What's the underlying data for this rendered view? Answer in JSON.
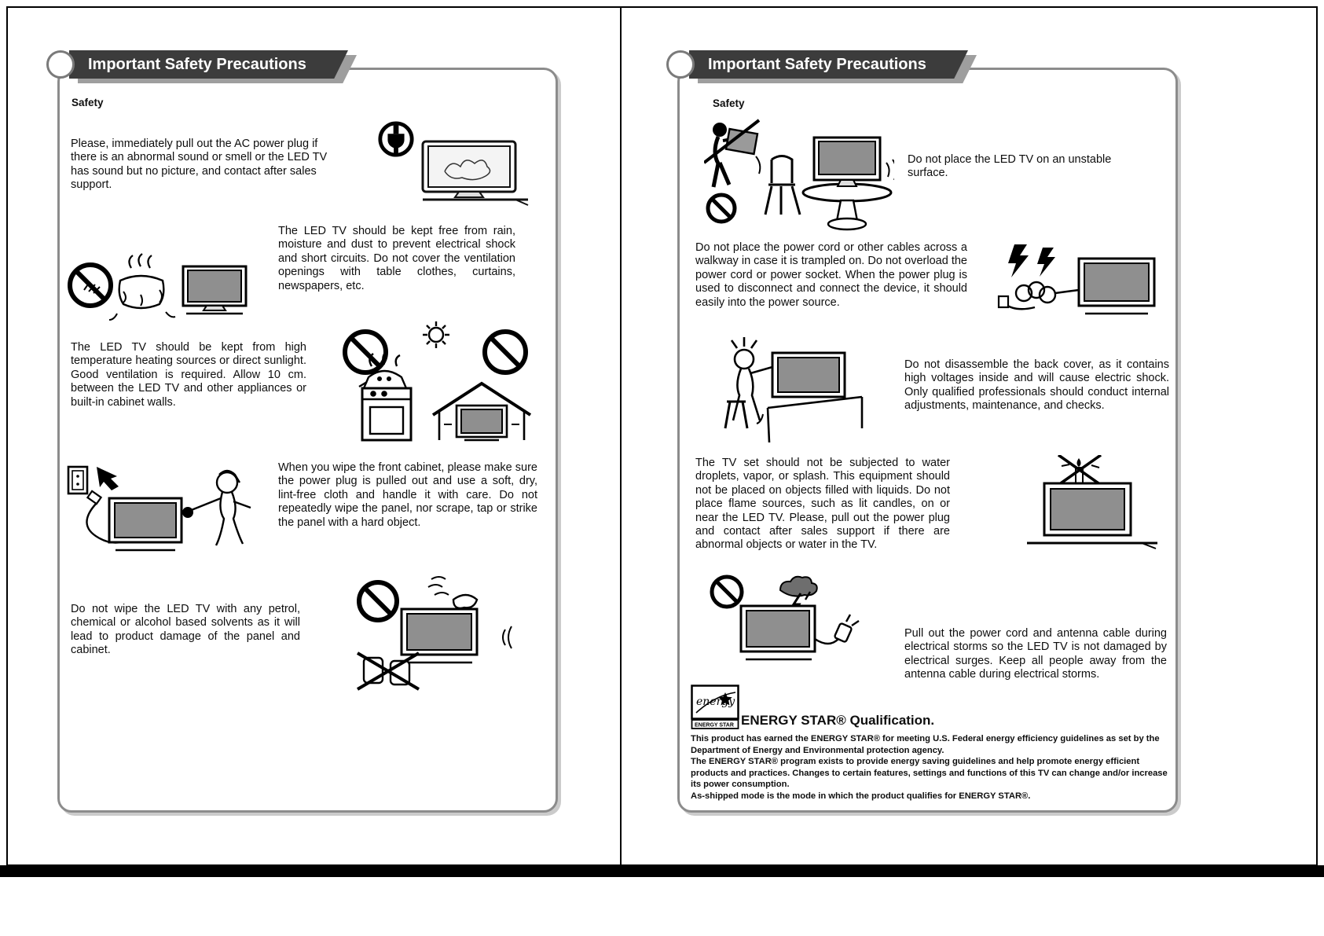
{
  "left_page": {
    "title": "Important Safety Precautions",
    "safety_label": "Safety",
    "items": {
      "ac_plug": "Please, immediately pull out the AC power plug if there is an abnormal sound or smell or the LED TV has sound but no picture, and contact after sales support.",
      "rain_moisture": "The LED TV should be kept free from rain, moisture and dust to prevent electrical shock and short circuits. Do not cover the ventilation openings with table clothes, curtains, newspapers, etc.",
      "heat_sunlight": "The LED TV should be kept from high temperature heating sources or direct sunlight. Good ventilation is required. Allow 10 cm. between the LED TV and other appliances or built-in cabinet walls.",
      "wipe_cabinet": "When you wipe the front cabinet, please make sure the power plug is pulled out and use a soft, dry, lint-free cloth and handle it with care. Do not repeatedly wipe the panel, nor scrape, tap or strike the panel with a hard object.",
      "solvents": "Do not wipe the LED TV with any petrol, chemical or alcohol based solvents as it will lead to product damage of the panel and cabinet."
    }
  },
  "right_page": {
    "title": "Important Safety Precautions",
    "safety_label": "Safety",
    "items": {
      "unstable_surface": "Do not place the LED TV on an unstable surface.",
      "power_cord": "Do not place the power cord or other cables across a walkway in case it is trampled on. Do not overload the power cord or power socket. When the power plug is used to disconnect and connect the device, it should easily into the power source.",
      "back_cover": "Do not disassemble the back cover, as it contains high voltages inside and will cause electric shock. Only qualified professionals should conduct internal adjustments, maintenance, and checks.",
      "water_flame": "The TV set should not be subjected to water droplets, vapor, or splash. This equipment should not be placed on objects filled with liquids. Do not place flame sources, such as lit candles, on or near the LED TV. Please, pull out the power plug and contact after sales support if there are abnormal objects or water in the TV.",
      "storm": "Pull out the power cord and antenna cable during electrical storms so the LED TV is not damaged by electrical surges. Keep all people away from the antenna cable during electrical storms."
    },
    "energy_star": {
      "logo_script": "energy",
      "logo_label": "ENERGY STAR",
      "heading": "ENERGY STAR® Qualification.",
      "para1": "This product has earned the ENERGY STAR® for meeting U.S. Federal energy efficiency guidelines as set by the Department of Energy and Environmental protection agency.",
      "para2": "The ENERGY STAR® program exists to provide energy saving guidelines and help promote energy efficient products and practices. Changes to certain features, settings and functions of this TV can change and/or increase its power consumption.",
      "para3": "As-shipped mode is the mode in which the product qualifies for ENERGY STAR®."
    }
  },
  "colors": {
    "banner_bg": "#3c3c3c",
    "banner_shadow": "#9e9e9e",
    "page_border": "#8c8c8c",
    "text": "#0e0e0e",
    "screen_gray": "#8f8f8f"
  }
}
